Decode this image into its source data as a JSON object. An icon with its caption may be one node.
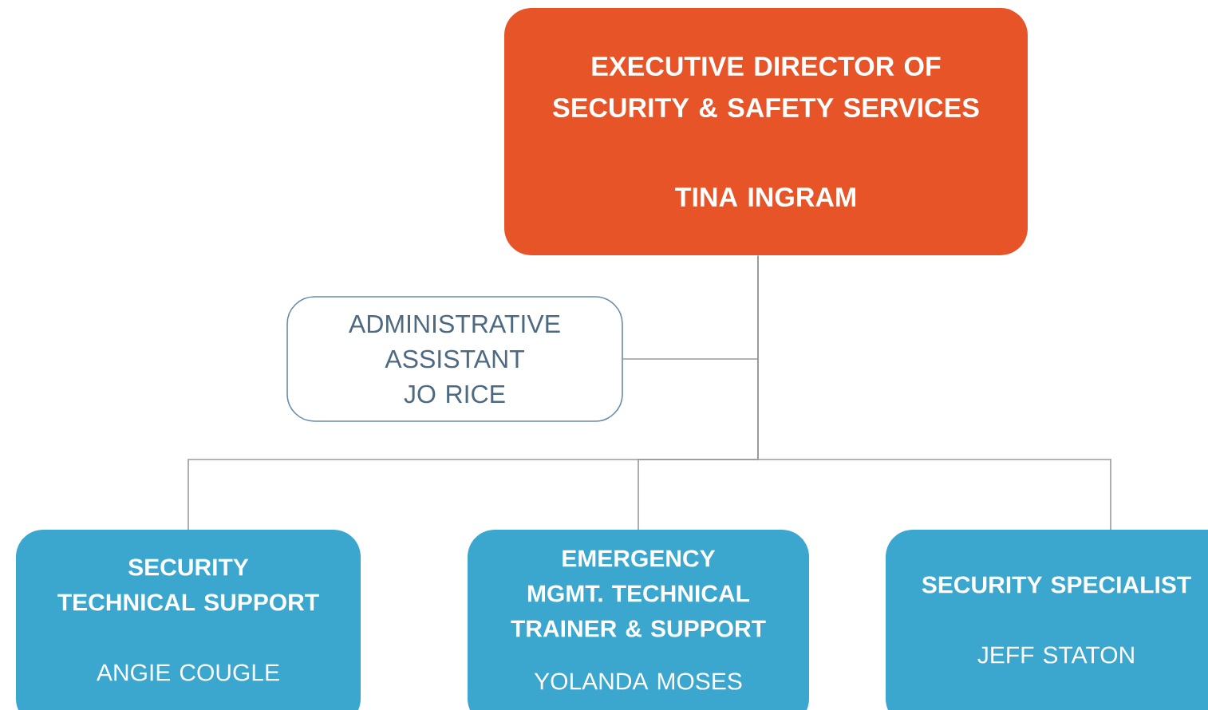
{
  "diagram": {
    "nodes": [
      {
        "text": [
          "EXECUTIVE DIRECTOR OF SECURITY & SAFETY SERVICES",
          "TINA INGRAM"
        ]
      },
      {
        "text": [
          "ADMINISTRATIVE ASSISTANT",
          "JO RICE"
        ]
      },
      {
        "text": [
          "SECURITY TECHNICAL SUPPORT",
          "ANGIE COUGLE"
        ]
      },
      {
        "text": [
          "EMERGENCY MGMT. TECHNICAL TRAINER & SUPPORT",
          "YOLANDA MOSES"
        ]
      },
      {
        "text": [
          "SECURITY SPECIALIST",
          "JEFF STATON"
        ]
      }
    ],
    "edges": [
      {
        "from": 0,
        "to": 1,
        "arrow": "none"
      },
      {
        "from": 0,
        "to": 2,
        "arrow": "none"
      },
      {
        "from": 0,
        "to": 3,
        "arrow": "none"
      },
      {
        "from": 0,
        "to": 4,
        "arrow": "none"
      }
    ]
  }
}
